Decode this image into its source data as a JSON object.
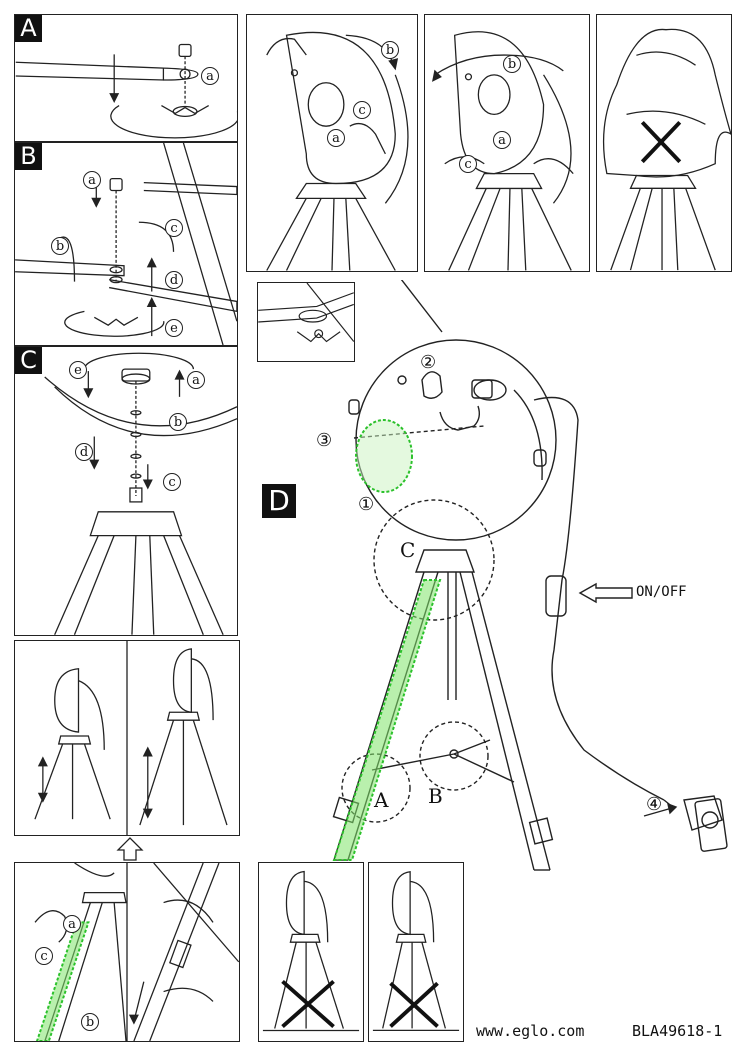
{
  "steps": {
    "a": "A",
    "b": "B",
    "c": "C",
    "d": "D"
  },
  "sub_labels": {
    "a": "a",
    "b": "b",
    "c": "c",
    "d": "d",
    "e": "e"
  },
  "numbered": {
    "n1": "①",
    "n2": "②",
    "n3": "③",
    "n4": "④"
  },
  "callouts": {
    "a": "A",
    "b": "B",
    "c": "C"
  },
  "switch_label": "ON/OFF",
  "footer": {
    "website": "www.eglo.com",
    "code": "BLA49618-1"
  }
}
